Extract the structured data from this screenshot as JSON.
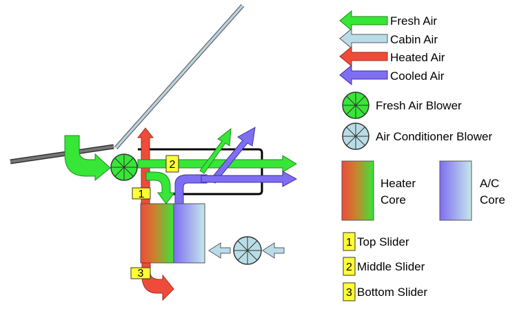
{
  "colors": {
    "fresh": "#37e637",
    "cabin": "#b9dde6",
    "heated": "#ef4b3b",
    "cooled": "#7e6ef2",
    "slider_fill": "#ffff33",
    "windshield": "#bad4e2",
    "dash": "#707070"
  },
  "legend": {
    "fresh_air": "Fresh Air",
    "cabin_air": "Cabin Air",
    "heated_air": "Heated Air",
    "cooled_air": "Cooled Air",
    "fresh_air_blower": "Fresh Air Blower",
    "ac_blower": "Air Conditioner Blower",
    "heater_core_line1": "Heater",
    "heater_core_line2": "Core",
    "ac_core_line1": "A/C",
    "ac_core_line2": "Core",
    "top_slider": "Top Slider",
    "middle_slider": "Middle Slider",
    "bottom_slider": "Bottom Slider"
  },
  "sliders": {
    "top": "1",
    "middle": "2",
    "bottom": "3"
  },
  "icons": {
    "blower": "fan-blower-icon",
    "arrow": "flow-arrow-icon"
  }
}
